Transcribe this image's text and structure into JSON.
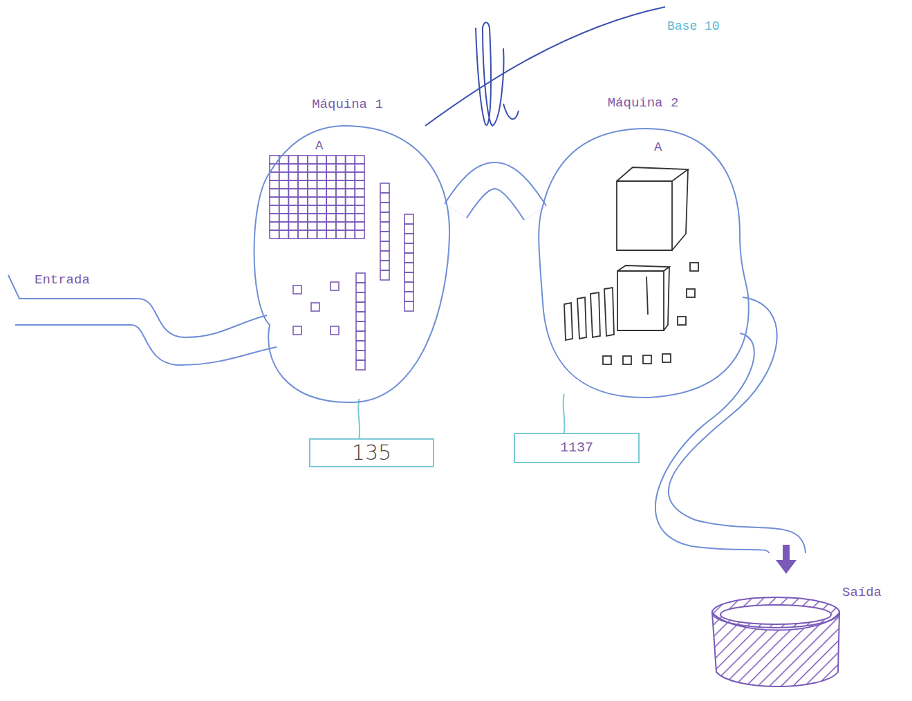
{
  "diagram": {
    "nodes": [
      {
        "text": [
          "Máquina 1",
          "A"
        ]
      },
      {
        "text": [
          "Máquina 2",
          "A"
        ]
      },
      {
        "text": [
          "135"
        ]
      },
      {
        "text": [
          "1137"
        ]
      }
    ],
    "edges": [
      {
        "from": 0,
        "to": 1,
        "arrow": "none"
      },
      {
        "from": 0,
        "to": 2,
        "arrow": "none"
      },
      {
        "from": 1,
        "to": 3,
        "arrow": "none"
      }
    ],
    "labels": [
      "Base 10",
      "Entrada",
      "Saída"
    ]
  }
}
